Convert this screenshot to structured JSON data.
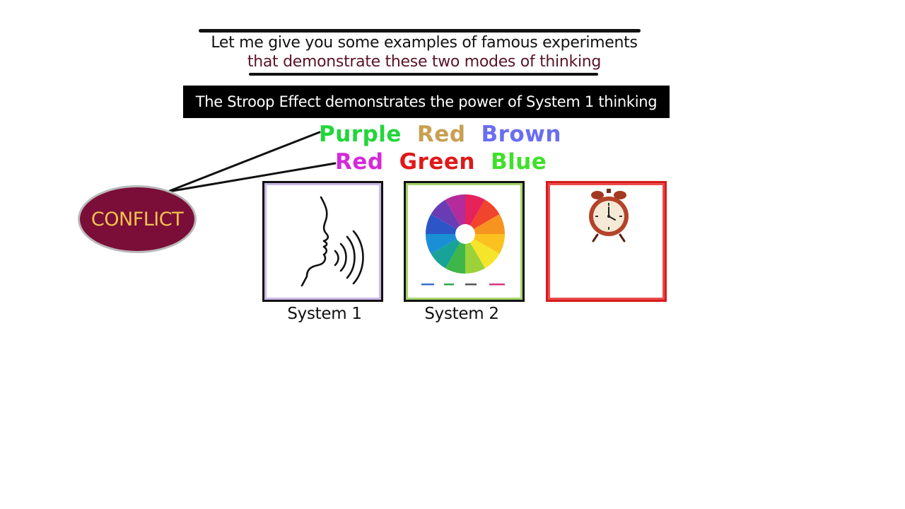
{
  "intro": {
    "line1": "Let me give you some examples of famous experiments",
    "line2": "that demonstrate these two modes of thinking"
  },
  "banner": {
    "text": "The Stroop Effect demonstrates the power of System 1 thinking"
  },
  "stroop": {
    "row1": [
      {
        "word": "Purple",
        "color": "#22d63a"
      },
      {
        "word": "Red",
        "color": "#c7a052"
      },
      {
        "word": "Brown",
        "color": "#6a6ef0"
      }
    ],
    "row2": [
      {
        "word": "Red",
        "color": "#d42ad9"
      },
      {
        "word": "Green",
        "color": "#e01919"
      },
      {
        "word": "Blue",
        "color": "#3fe02a"
      }
    ]
  },
  "conflict": {
    "label": "CONFLICT",
    "fill_color": "#7a0e38",
    "text_color": "#f2c14e"
  },
  "cards": [
    {
      "label": "System 1",
      "icon": "speaking-head-icon",
      "border_color": "#c9b8e6"
    },
    {
      "label": "System 2",
      "icon": "color-wheel-icon",
      "border_color": "#a7d36a"
    },
    {
      "label": "",
      "icon": "alarm-clock-icon",
      "border_color": "#d41c1c"
    }
  ]
}
